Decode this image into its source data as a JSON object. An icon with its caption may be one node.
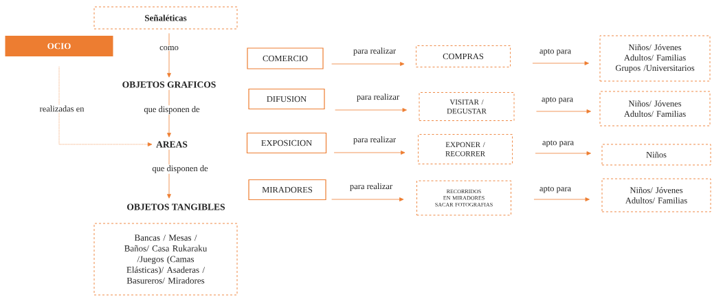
{
  "diagram": {
    "nodes": [
      {
        "text": [
          "Señaléticas"
        ]
      },
      {
        "text": [
          "OCIO"
        ]
      },
      {
        "text": [
          "OBJETOS GRAFICOS"
        ]
      },
      {
        "text": [
          "AREAS"
        ]
      },
      {
        "text": [
          "OBJETOS TANGIBLES"
        ]
      },
      {
        "text": [
          "Bancas / Mesas / Baños/ Casa Rukaraku /Juegos (Camas Elásticas)/ Asaderas / Basureros/ Miradores"
        ]
      },
      {
        "text": [
          "COMERCIO"
        ]
      },
      {
        "text": [
          "COMPRAS"
        ]
      },
      {
        "text": [
          "Niños/ Jóvenes Adultos/ Familias Grupos /Universitarios"
        ]
      },
      {
        "text": [
          "DIFUSION"
        ]
      },
      {
        "text": [
          "VISITAR / DEGUSTAR"
        ]
      },
      {
        "text": [
          "Niños/ Jóvenes Adultos/ Familias"
        ]
      },
      {
        "text": [
          "EXPOSICION"
        ]
      },
      {
        "text": [
          "EXPONER / RECORRER"
        ]
      },
      {
        "text": [
          "Niños"
        ]
      },
      {
        "text": [
          "MIRADORES"
        ]
      },
      {
        "text": [
          "RECORRIDOS EN MIRADORES",
          "SACAR FOTOGRAFIAS"
        ]
      },
      {
        "text": [
          "Niños/ Jóvenes Adultos/ Familias"
        ]
      }
    ],
    "edges": [
      {
        "from": 0,
        "to": 2,
        "arrow": "to",
        "label": "como"
      },
      {
        "from": 1,
        "to": 3,
        "arrow": "to",
        "label": "realizadas en",
        "style": "dashed"
      },
      {
        "from": 2,
        "to": 3,
        "arrow": "to",
        "label": "que disponen de"
      },
      {
        "from": 3,
        "to": 4,
        "arrow": "to",
        "label": "que disponen de"
      },
      {
        "from": 6,
        "to": 7,
        "arrow": "to",
        "label": "para realizar"
      },
      {
        "from": 7,
        "to": 8,
        "arrow": "to",
        "label": "apto para"
      },
      {
        "from": 9,
        "to": 10,
        "arrow": "to",
        "label": "para realizar"
      },
      {
        "from": 10,
        "to": 11,
        "arrow": "to",
        "label": "apto para"
      },
      {
        "from": 12,
        "to": 13,
        "arrow": "to",
        "label": "para realizar"
      },
      {
        "from": 13,
        "to": 14,
        "arrow": "to",
        "label": "apto para"
      },
      {
        "from": 15,
        "to": 16,
        "arrow": "to",
        "label": "para realizar"
      },
      {
        "from": 16,
        "to": 17,
        "arrow": "to",
        "label": "apto para"
      }
    ]
  }
}
